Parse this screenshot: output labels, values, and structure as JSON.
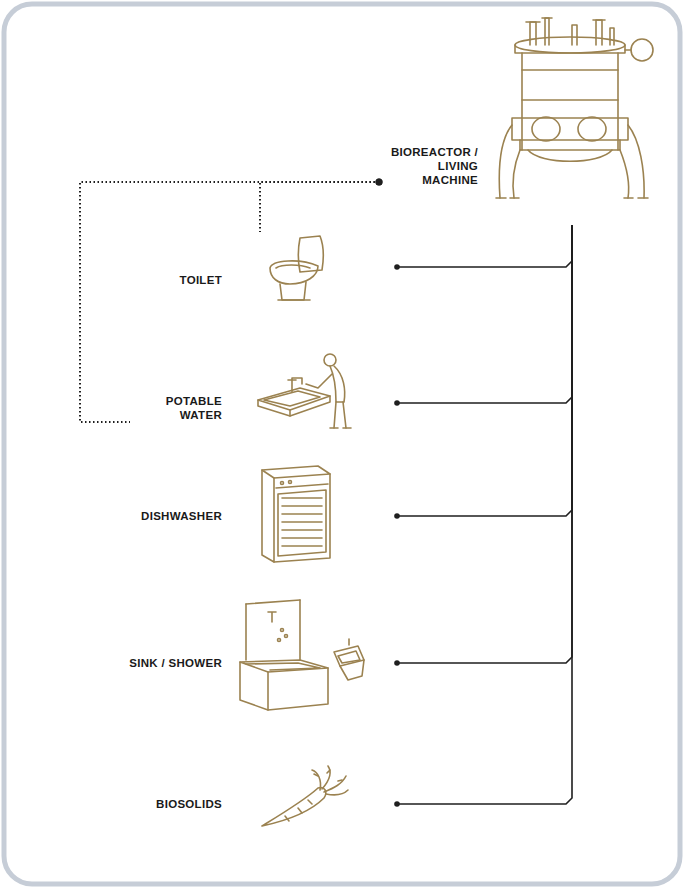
{
  "diagram": {
    "nodes": [
      {
        "text": [
          "BIOREACTOR / LIVING MACHINE"
        ]
      },
      {
        "text": [
          "TOILET"
        ]
      },
      {
        "text": [
          "POTABLE WATER"
        ]
      },
      {
        "text": [
          "DISHWASHER"
        ]
      },
      {
        "text": [
          "SINK / SHOWER"
        ]
      },
      {
        "text": [
          "BIOSOLIDS"
        ]
      }
    ],
    "edges": [
      {
        "from": 1,
        "to": 0,
        "arrow": "none"
      },
      {
        "from": 2,
        "to": 0,
        "arrow": "none"
      },
      {
        "from": 3,
        "to": 0,
        "arrow": "none"
      },
      {
        "from": 4,
        "to": 0,
        "arrow": "none"
      },
      {
        "from": 0,
        "to": 5,
        "arrow": "none"
      },
      {
        "from": 0,
        "to": 1,
        "arrow": "none"
      },
      {
        "from": 0,
        "to": 2,
        "arrow": "none"
      }
    ]
  }
}
